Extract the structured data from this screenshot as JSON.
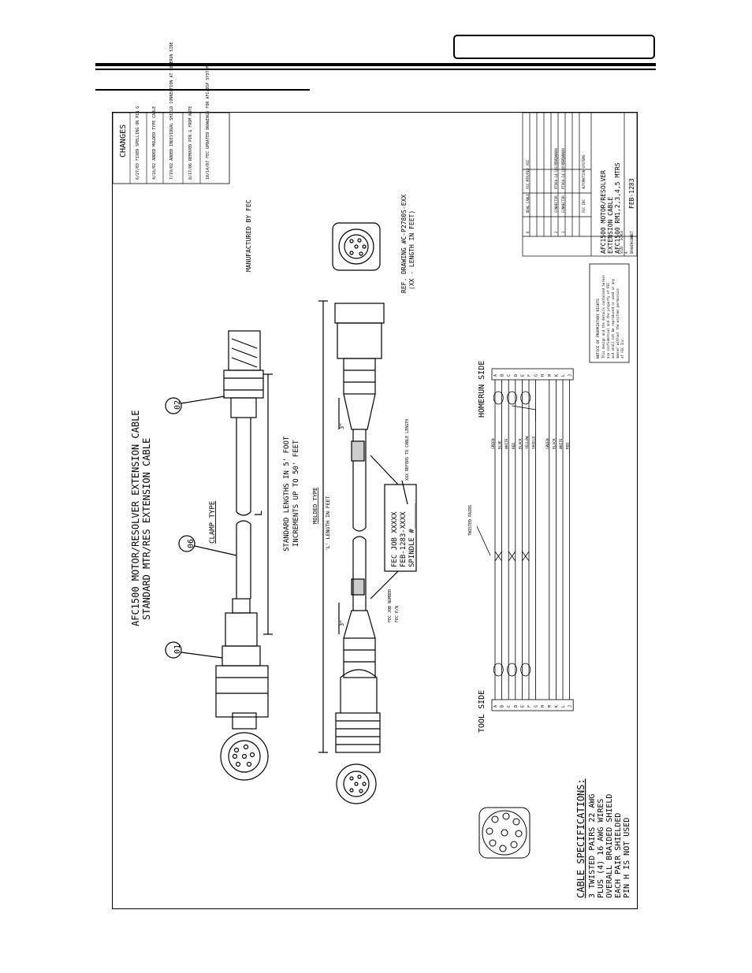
{
  "drawing": {
    "title_line1": "AFC1500 MOTOR/RESOLVER EXTENSION CABLE",
    "title_line2": "STANDARD MTR/RES EXTENSION CABLE",
    "clamp_type": "CLAMP TYPE",
    "molded_type": "MOLDED TYPE",
    "std_len_1": "STANDARD LENGTHS IN 5' FOOT",
    "std_len_2": "INCREMENTS UP TO 50' FEET",
    "length_letter": "L",
    "length_in_feet": "'L' LENGTH IN FEET",
    "manufactured": "MANUFACTURED BY FEC",
    "ref_line1": "REF. DRAWING #C-P2780S-EXX",
    "ref_line2": "(XX - LENGTH IN FEET)",
    "balloons": [
      "01",
      "02",
      "06"
    ],
    "dim_3in": "3\"",
    "label_box": {
      "line1": "FEC JOB XXXXX",
      "line2": "FEB-1283-XXXX",
      "line3": "SPINDLE #______"
    },
    "fec_job_number": "FEC JOB NUMBER",
    "fec_pn": "FEC P/N",
    "xxx_refers": "XXX REFERS TO CABLE LENGTH",
    "tool_side": "TOOL SIDE",
    "homerun_side": "HOMERUN SIDE",
    "twisted_pairs": "TWISTED PAIRS",
    "pins": [
      "A",
      "B",
      "C",
      "D",
      "E",
      "F",
      "G",
      "H",
      "M",
      "K",
      "L",
      "J"
    ],
    "wire_colors": [
      "GREEN",
      "BLUE",
      "WHITE",
      "RED",
      "BLACK",
      "YELLOW",
      "SHIELD",
      "",
      "GREEN",
      "BLACK",
      "WHITE",
      "RED"
    ],
    "spec_title": "CABLE SPECIFICATIONS:",
    "spec_lines": [
      "3 TWISTED PAIRS 22 AWG",
      "PLUS (4) 16 AWG WIRES",
      "OVERALL BRAIDED SHIELD",
      "EACH PAIR SHIELDED",
      "PIN H IS NOT USED"
    ],
    "changes_title": "CHANGES",
    "changes": [
      "6/27/03 FIXED SPELLING ON PIN G",
      "4/16/02 ADDED MOLDED TYPE CABLE",
      "7/19/02 ADDED INDIVIDUAL SHIELD CONNECTION AT HOMERUN SIDE",
      "8/17/06 REMOVED PIN G FROM NOTE",
      "10/14/07 FEC UPDATED DRAWINGS FOR AFC/DSP SYSTEMS"
    ],
    "notice_title": "NOTICE OF PROPRIETARY RIGHTS",
    "notice_lines": [
      "This design and the details contained herein",
      "are confidential and the property of FEC",
      "and shall not be reproduced or used in any",
      "manner without the written permission",
      "of FEC Inc."
    ],
    "bom": [
      {
        "item": "6",
        "desc": "DUAL CABLE",
        "pn": "FEC MTR/RES",
        "mfr": "FEC"
      },
      {
        "item": "2",
        "desc": "CONNECTOR",
        "pn": "PT06A-14-19S (SR)",
        "mfr": "PT CANNON"
      },
      {
        "item": "1",
        "desc": "CONNECTOR",
        "pn": "PT06A-14-19P (SR)",
        "mfr": "PT CANNON"
      }
    ],
    "tb": {
      "company": "AUTOMATION SYSTEMS",
      "address": "FEC INC",
      "title1": "AFC1500 MOTOR/RESOLVER",
      "title2": "EXTENSION CABLE",
      "title3": "AFC1500 RM1,2,3,4,5 MTRS",
      "dwg_label": "DRAWING NO",
      "dwg": "FEB-1283",
      "scale": "SCALE",
      "size": "SIZE",
      "size_val": "A",
      "sheet": "SHEET"
    }
  }
}
